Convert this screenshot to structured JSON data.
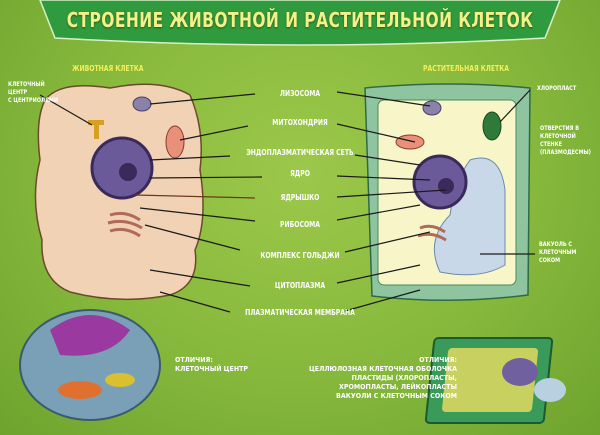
{
  "title": "СТРОЕНИЕ ЖИВОТНОЙ И РАСТИТЕЛЬНОЙ КЛЕТОК",
  "animal": {
    "heading": "ЖИВОТНАЯ КЛЕТКА",
    "cell_center_label": [
      "КЛЕТОЧНЫЙ",
      "ЦЕНТР",
      "С ЦЕНТРИОЛЯМИ"
    ],
    "differences_title": "ОТЛИЧИЯ:",
    "differences": [
      "КЛЕТОЧНЫЙ ЦЕНТР"
    ]
  },
  "plant": {
    "heading": "РАСТИТЕЛЬНАЯ КЛЕТКА",
    "chloroplast_label": "ХЛОРОПЛАСТ",
    "plasmodesmata_label": [
      "ОТВЕРСТИЯ В",
      "КЛЕТОЧНОЙ",
      "СТЕНКЕ",
      "(ПЛАЗМОДЕСМЫ)"
    ],
    "vacuole_label": [
      "ВАКУОЛЬ С",
      "КЛЕТОЧНЫМ",
      "СОКОМ"
    ],
    "differences_title": "ОТЛИЧИЯ:",
    "differences": [
      "ЦЕЛЛЮЛОЗНАЯ КЛЕТОЧНАЯ ОБОЛОЧКА",
      "ПЛАСТИДЫ (ХЛОРОПЛАСТЫ,",
      "ХРОМОПЛАСТЫ, ЛЕЙКОПЛАСТЫ",
      "ВАКУОЛИ С КЛЕТОЧНЫМ СОКОМ"
    ]
  },
  "shared_labels": [
    "ЛИЗОСОМА",
    "МИТОХОНДРИЯ",
    "ЭНДОПЛАЗМАТИЧЕСКАЯ СЕТЬ",
    "ЯДРО",
    "ЯДРЫШКО",
    "РИБОСОМА",
    "КОМПЛЕКС ГОЛЬДЖИ",
    "ЦИТОПЛАЗМА",
    "ПЛАЗМАТИЧЕСКАЯ МЕМБРАНА"
  ],
  "colors": {
    "background": "#86b83c",
    "title": "#f4f08a",
    "banner": "#2f9a3e",
    "animal_cytoplasm": "#f2d2b4",
    "plant_wall": "#8fc4a0",
    "plant_cytoplasm": "#f8f6c8",
    "nucleus": "#6a5a9a"
  }
}
